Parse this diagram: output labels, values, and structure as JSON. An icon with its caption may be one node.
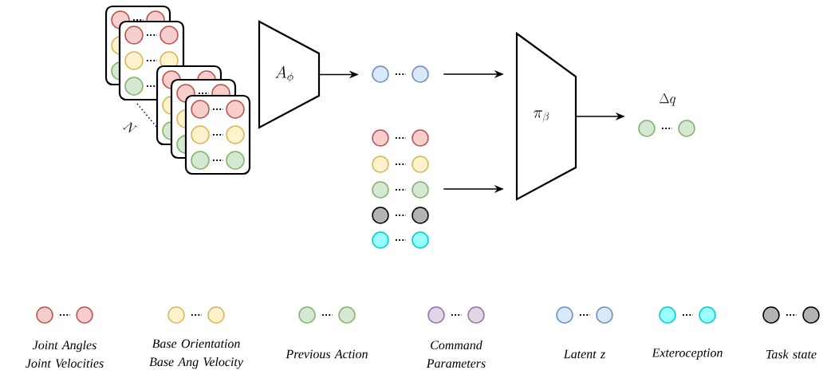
{
  "diagram": {
    "nodes": [
      {
        "text": [],
        "shape": "picture"
      },
      {
        "text": [
          "A_{\\phi}"
        ]
      },
      {
        "text": [],
        "shape": "circle"
      },
      {
        "text": [],
        "shape": "circle"
      },
      {
        "text": [
          "\\pi_{\\beta}"
        ]
      },
      {
        "text": [],
        "shape": "circle",
        "beside": [
          "\\Delta q"
        ]
      }
    ],
    "edges": [
      {
        "from": 1,
        "to": 2,
        "arrow": "to"
      },
      {
        "from": 2,
        "to": 4,
        "arrow": "to"
      },
      {
        "from": 3,
        "to": 4,
        "arrow": "to"
      },
      {
        "from": 4,
        "to": 5,
        "arrow": "to"
      }
    ],
    "legend": [
      {
        "text": "Joint Angles Joint Velocities",
        "color": "#f8cecc"
      },
      {
        "text": "Base Orientation Base Ang Velocity",
        "color": "#fff2cc"
      },
      {
        "text": "Previous Action",
        "color": "#d5e8d4"
      },
      {
        "text": "Command Parameters",
        "color": "#e1d5e7"
      },
      {
        "text": "Latent z",
        "color": "#dae8fc"
      },
      {
        "text": "Exteroception",
        "color": "#99ffff"
      },
      {
        "text": "Task state",
        "color": "#b3b3b3"
      }
    ],
    "labels": [
      "N"
    ]
  }
}
